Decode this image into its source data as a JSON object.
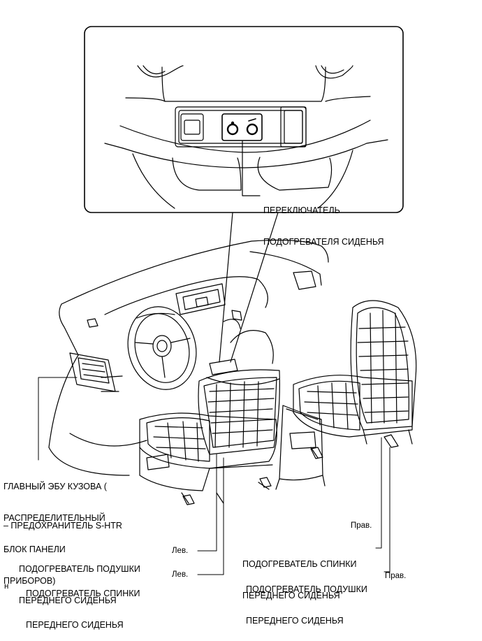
{
  "labels": {
    "seat_heater_switch": [
      "ПЕРЕКЛЮЧАТЕЛЬ",
      "ПОДОГРЕВАТЕЛЯ СИДЕНЬЯ"
    ],
    "main_body_ecu": [
      "ГЛАВНЫЙ ЭБУ КУЗОВА (",
      "РАСПРЕДЕЛИТЕЛЬНЫЙ",
      "БЛОК ПАНЕЛИ",
      "ПРИБОРОВ)"
    ],
    "fuse": "– ПРЕДОХРАНИТЕЛЬ S-HTR",
    "front_seat_cushion_heater_left": [
      "ПОДОГРЕВАТЕЛЬ ПОДУШКИ",
      "ПЕРЕДНЕГО СИДЕНЬЯ"
    ],
    "front_seat_back_heater_left": [
      "ПОДОГРЕВАТЕЛЬ СПИНКИ",
      "ПЕРЕДНЕГО СИДЕНЬЯ"
    ],
    "front_seat_back_heater_right": [
      "ПОДОГРЕВАТЕЛЬ СПИНКИ",
      "ПЕРЕДНЕГО СИДЕНЬЯ"
    ],
    "front_seat_cushion_heater_right": [
      "ПОДОГРЕВАТЕЛЬ ПОДУШКИ",
      "ПЕРЕДНЕГО СИДЕНЬЯ"
    ],
    "left_1": "Лев.",
    "left_2": "Лев.",
    "right_1": "Прав.",
    "right_2": "Прав.",
    "corner_mark": "н"
  }
}
